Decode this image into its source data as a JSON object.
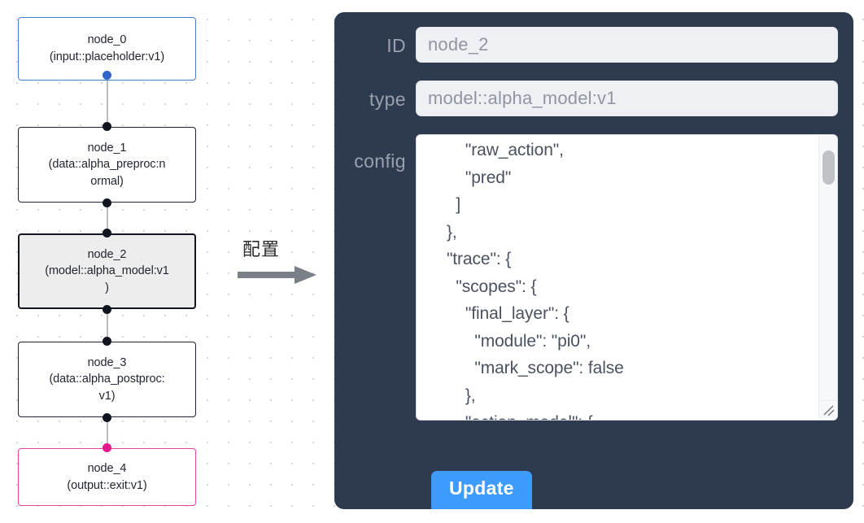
{
  "graph": {
    "nodes": [
      {
        "id": "node_0",
        "title": "node_0",
        "type_line": "(input::placeholder:v1)",
        "accent": "#4a7ec4",
        "selected": false
      },
      {
        "id": "node_1",
        "title": "node_1",
        "type_line_a": "(data::alpha_preproc:n",
        "type_line_b": "ormal)",
        "accent": "#1f2430",
        "selected": false
      },
      {
        "id": "node_2",
        "title": "node_2",
        "type_line_a": "(model::alpha_model:v1",
        "type_line_b": ")",
        "accent": "#11151f",
        "selected": true
      },
      {
        "id": "node_3",
        "title": "node_3",
        "type_line_a": "(data::alpha_postproc:",
        "type_line_b": "v1)",
        "accent": "#1f2430",
        "selected": false
      },
      {
        "id": "node_4",
        "title": "node_4",
        "type_line": "(output::exit:v1)",
        "accent": "#e4459a",
        "selected": false
      }
    ]
  },
  "arrow": {
    "label": "配置",
    "icon": "arrow-right-icon"
  },
  "panel": {
    "fields": {
      "id": {
        "label": "ID",
        "value": "node_2",
        "placeholder": "node_2"
      },
      "type": {
        "label": "type",
        "value": "model::alpha_model:v1",
        "placeholder": "model::alpha_model:v1"
      },
      "config": {
        "label": "config",
        "value": "        \"raw_action\",\n        \"pred\"\n      ]\n    },\n    \"trace\": {\n      \"scopes\": {\n        \"final_layer\": {\n          \"module\": \"pi0\",\n          \"mark_scope\": false\n        },\n        \"action_model\": {"
      }
    },
    "update_button": {
      "label": "Update"
    },
    "colors": {
      "panel_bg": "#2e3a50",
      "input_bg": "#eef0f4",
      "button_bg": "#3d9bfb",
      "label_fg": "#9aa1ae"
    }
  }
}
